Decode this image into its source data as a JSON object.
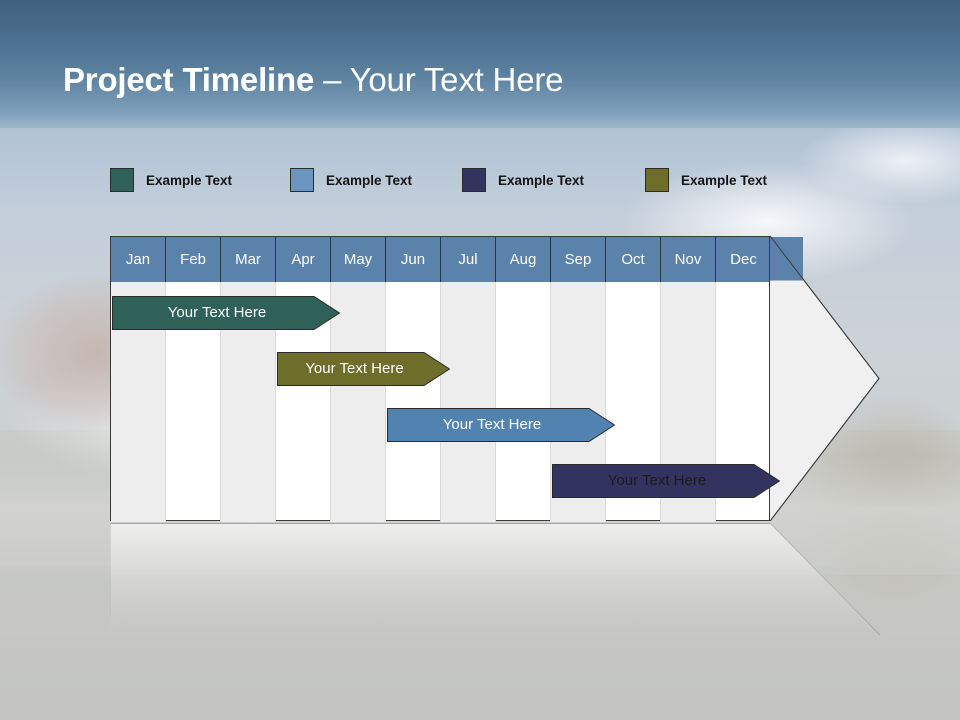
{
  "slide": {
    "title_bold": "Project Timeline",
    "title_light": " – Your Text Here"
  },
  "legend": {
    "items": [
      {
        "label": "Example Text",
        "color": "#2f6159"
      },
      {
        "label": "Example Text",
        "color": "#6b96c0"
      },
      {
        "label": "Example Text",
        "color": "#33335f"
      },
      {
        "label": "Example Text",
        "color": "#6e6e2a"
      }
    ]
  },
  "chart_data": {
    "type": "bar",
    "title": "Project Timeline",
    "xlabel": "",
    "ylabel": "",
    "grid": true,
    "legend_position": "top",
    "categories": [
      "Jan",
      "Feb",
      "Mar",
      "Apr",
      "May",
      "Jun",
      "Jul",
      "Aug",
      "Sep",
      "Oct",
      "Nov",
      "Dec"
    ],
    "series": [
      {
        "name": "Your  Text Here",
        "color": "#2f6159",
        "text_color": "#ffffff",
        "start_month": "Jan",
        "end_month": "Apr",
        "start_index": 0,
        "span": 4
      },
      {
        "name": "Your  Text Here",
        "end_month": "Jun",
        "color": "#6e6e2a",
        "text_color": "#ffffff",
        "start_month": "Apr",
        "start_index": 3,
        "span": 3
      },
      {
        "name": "Your  Text Here",
        "color": "#5283b0",
        "text_color": "#ffffff",
        "start_month": "Jun",
        "end_month": "Sep",
        "start_index": 5,
        "span": 4
      },
      {
        "name": "Your  Text Here",
        "color": "#33335f",
        "text_color": "#1a1a1a",
        "start_month": "Sep",
        "end_month": "Dec",
        "start_index": 8,
        "span": 4
      }
    ]
  },
  "colors": {
    "header_band_top": "#3f617f",
    "header_band_bottom": "#9db6cb",
    "month_header": "#5b82ab",
    "column_shade": "#ededed",
    "column_plain": "#ffffff",
    "arrow_fill": "#f0f0f0",
    "frame_border": "#3a3a3a"
  }
}
